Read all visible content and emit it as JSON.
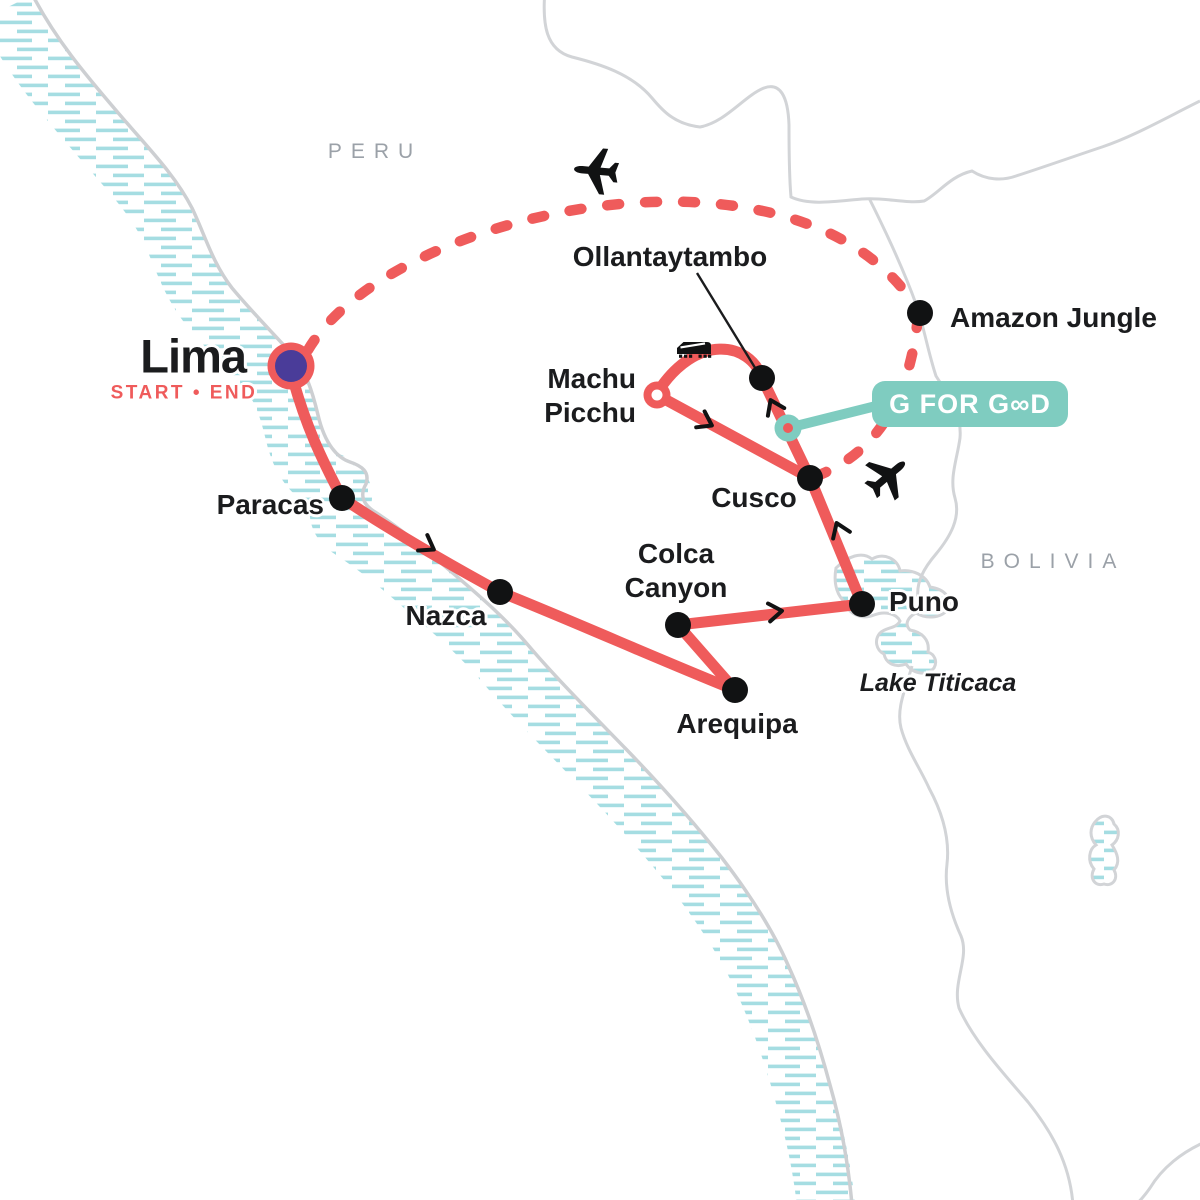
{
  "map": {
    "region_labels": {
      "peru": "PERU",
      "bolivia": "BOLIVIA"
    },
    "water_label": "Lake Titicaca",
    "stops": [
      {
        "name": "Lima",
        "label": "Lima",
        "sublabel": "START • END",
        "marker": "start-end-marker"
      },
      {
        "name": "Paracas",
        "label": "Paracas",
        "marker": "dot"
      },
      {
        "name": "Nazca",
        "label": "Nazca",
        "marker": "dot"
      },
      {
        "name": "Arequipa",
        "label": "Arequipa",
        "marker": "dot"
      },
      {
        "name": "Colca Canyon",
        "label": "Colca\nCanyon",
        "marker": "dot"
      },
      {
        "name": "Puno",
        "label": "Puno",
        "marker": "dot"
      },
      {
        "name": "Cusco",
        "label": "Cusco",
        "marker": "dot"
      },
      {
        "name": "Ollantaytambo",
        "label": "Ollantaytambo",
        "marker": "dot"
      },
      {
        "name": "Machu Picchu",
        "label": "Machu\nPicchu",
        "marker": "open-ring"
      },
      {
        "name": "Amazon Jungle",
        "label": "Amazon Jungle",
        "marker": "dot"
      }
    ],
    "badge": {
      "label": "G FOR GOOD",
      "display": "G FOR G∞D"
    },
    "icons": {
      "plane": "✈",
      "train": "🚂",
      "direction_arrow": "›"
    },
    "route_styles": {
      "solid": "overland travel",
      "dashed": "flight"
    },
    "colors": {
      "route_red": "#EF5B5B",
      "start_marker_purple": "#4A3C99",
      "badge_teal": "#7FCCC0",
      "water_hatch": "#A5DDE2",
      "border_gray": "#D2D4D7",
      "region_label_gray": "#9BA1A8",
      "label_black": "#1B1C1E"
    }
  }
}
